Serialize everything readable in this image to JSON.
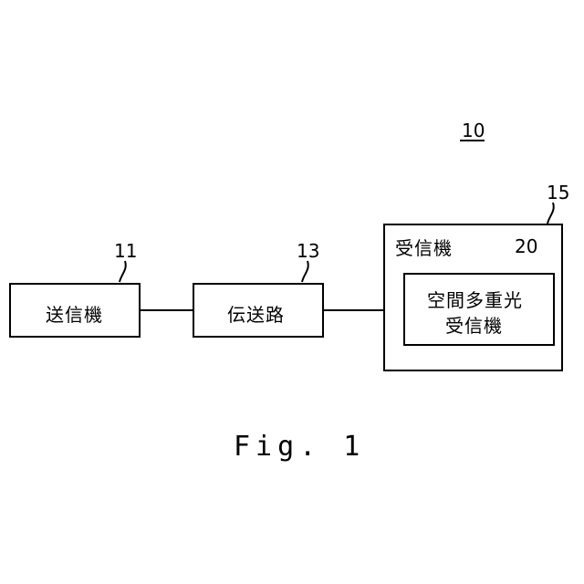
{
  "figure": {
    "system_ref": "10",
    "caption": "Fig. 1"
  },
  "blocks": {
    "transmitter": {
      "ref": "11",
      "label": "送信機"
    },
    "transmission_path": {
      "ref": "13",
      "label": "伝送路"
    },
    "receiver": {
      "ref": "15",
      "label": "受信機"
    },
    "spatial_multiplex_receiver": {
      "ref": "20",
      "label_line1": "空間多重光",
      "label_line2": "受信機"
    }
  }
}
